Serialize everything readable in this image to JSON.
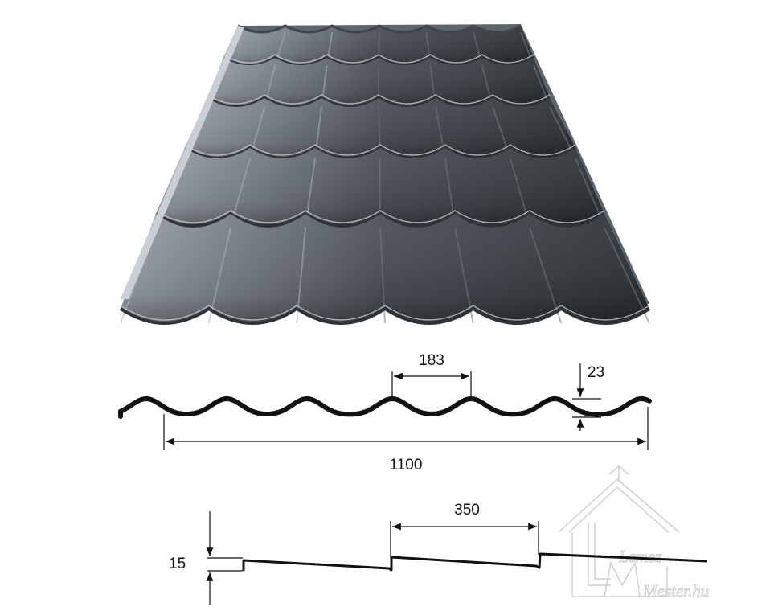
{
  "dimensions": {
    "wave_pitch": "183",
    "wave_height": "23",
    "cover_width": "1100",
    "step_length": "350",
    "step_height": "15"
  },
  "watermark": {
    "line1": "Lemez",
    "line2": "Mester.hu"
  },
  "colors": {
    "sheet_dark": "#2e3338",
    "sheet_mid": "#5d656c",
    "sheet_light": "#a9b1b8",
    "profile_line": "#111111",
    "watermark": "#cfcfcf"
  }
}
